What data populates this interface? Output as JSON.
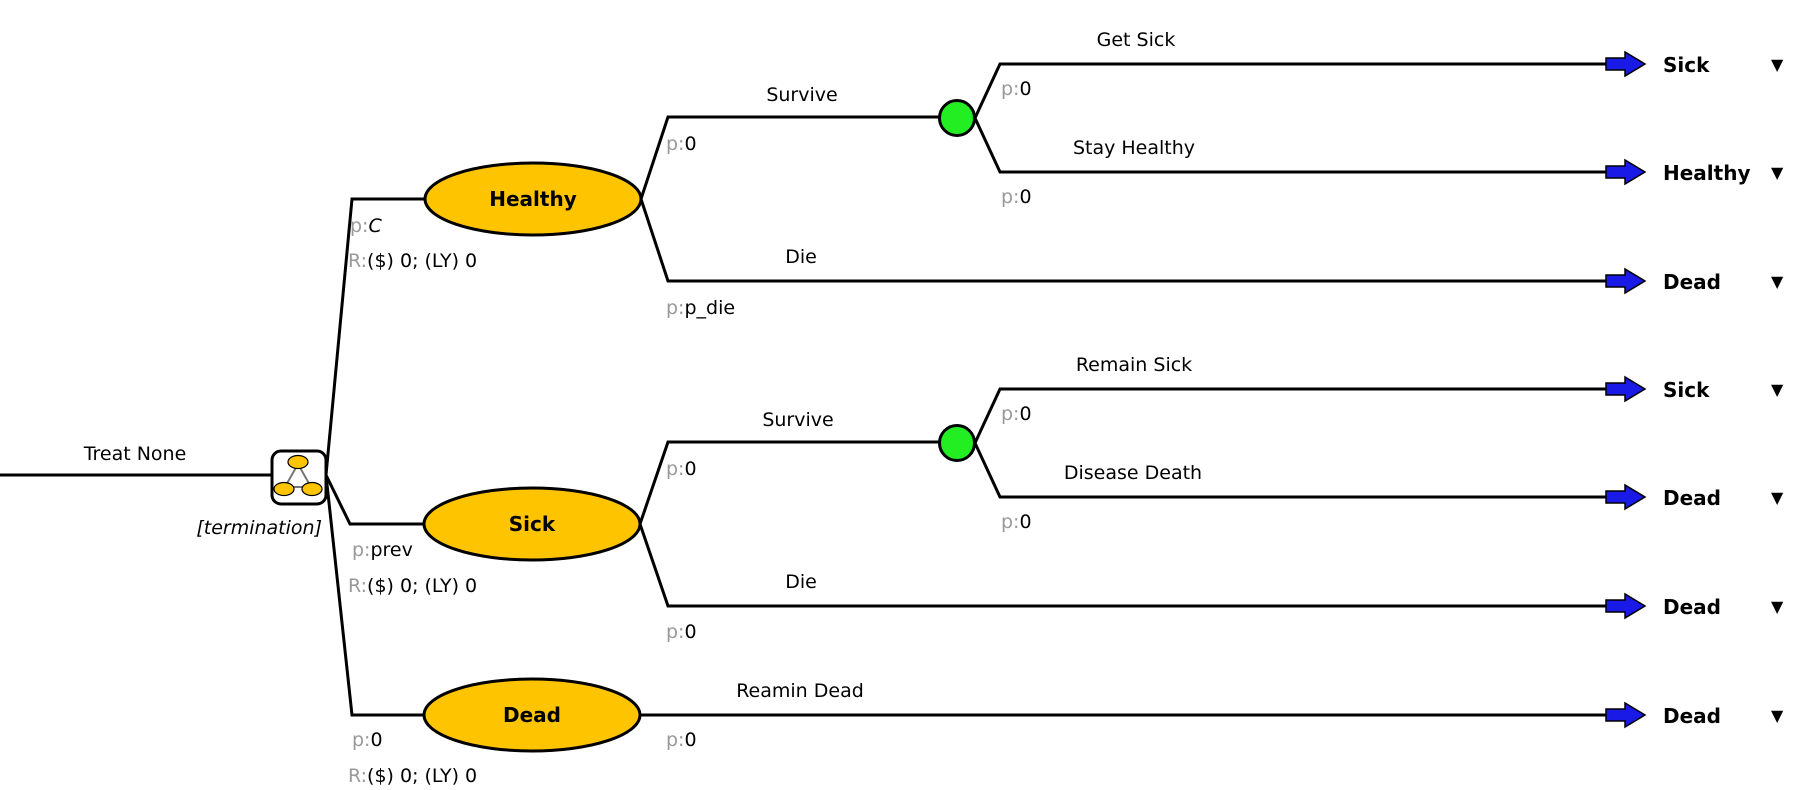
{
  "strategy": {
    "name": "Treat None",
    "termination_label": "[termination]"
  },
  "states": [
    {
      "name": "Healthy",
      "prob_prefix": "p:",
      "prob": "C",
      "prob_italic": true,
      "reward_prefix": "R:",
      "reward": "($) 0; (LY) 0",
      "transitions": [
        {
          "name": "Survive",
          "prob_prefix": "p:",
          "prob": "0",
          "chance": true,
          "children": [
            {
              "name": "Get Sick",
              "prob_prefix": "p:",
              "prob": "0",
              "next_state": "Sick"
            },
            {
              "name": "Stay Healthy",
              "prob_prefix": "p:",
              "prob": "0",
              "next_state": "Healthy"
            }
          ]
        },
        {
          "name": "Die",
          "prob_prefix": "p:",
          "prob": "p_die",
          "next_state": "Dead"
        }
      ]
    },
    {
      "name": "Sick",
      "prob_prefix": "p:",
      "prob": "prev",
      "prob_italic": false,
      "reward_prefix": "R:",
      "reward": "($) 0; (LY) 0",
      "transitions": [
        {
          "name": "Survive",
          "prob_prefix": "p:",
          "prob": "0",
          "chance": true,
          "children": [
            {
              "name": "Remain Sick",
              "prob_prefix": "p:",
              "prob": "0",
              "next_state": "Sick"
            },
            {
              "name": "Disease Death",
              "prob_prefix": "p:",
              "prob": "0",
              "next_state": "Dead"
            }
          ]
        },
        {
          "name": "Die",
          "prob_prefix": "p:",
          "prob": "0",
          "next_state": "Dead"
        }
      ]
    },
    {
      "name": "Dead",
      "prob_prefix": "p:",
      "prob": "0",
      "prob_italic": false,
      "reward_prefix": "R:",
      "reward": "($) 0; (LY) 0",
      "transitions": [
        {
          "name": "Reamin Dead",
          "prob_prefix": "p:",
          "prob": "0",
          "next_state": "Dead"
        }
      ]
    }
  ],
  "icons": {
    "markov_node": "markov-node-icon",
    "chance_node": "chance-node-icon",
    "state_node": "markov-state-icon",
    "terminal": "transition-arrow-icon",
    "menu": "dropdown-triangle-icon"
  },
  "colors": {
    "state_fill": "#FFC400",
    "chance_fill": "#22EE22",
    "arrow_fill": "#1A1AE6",
    "prefix_gray": "#999999",
    "line": "#000000"
  },
  "dropdown_glyph": "▼"
}
